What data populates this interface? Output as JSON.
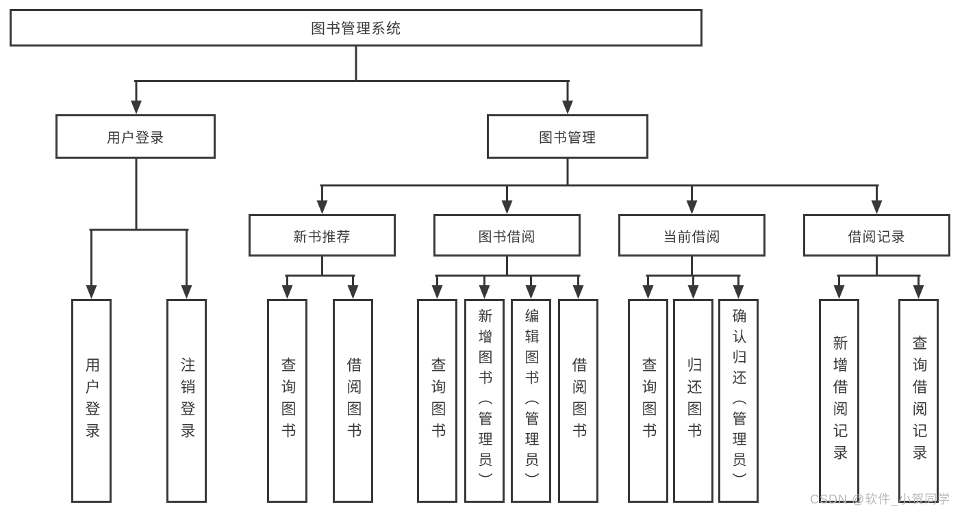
{
  "tree": {
    "root": "图书管理系统",
    "user_login": {
      "label": "用户登录",
      "leaves": [
        "用户登录",
        "注销登录"
      ]
    },
    "book_mgmt": {
      "label": "图书管理",
      "sections": [
        {
          "label": "新书推荐",
          "leaves": [
            "查询图书",
            "借阅图书"
          ]
        },
        {
          "label": "图书借阅",
          "leaves": [
            "查询图书",
            "新增图书（管理员）",
            "编辑图书（管理员）",
            "借阅图书"
          ]
        },
        {
          "label": "当前借阅",
          "leaves": [
            "查询图书",
            "归还图书",
            "确认归还（管理员）"
          ]
        },
        {
          "label": "借阅记录",
          "leaves": [
            "新增借阅记录",
            "查询借阅记录"
          ]
        }
      ]
    }
  },
  "watermark": "CSDN @软件_小贺同学",
  "colors": {
    "line": "#383838",
    "border": "#383838",
    "text": "#3a3a3a",
    "background": "#ffffff",
    "watermark": "#b6bcbe"
  }
}
